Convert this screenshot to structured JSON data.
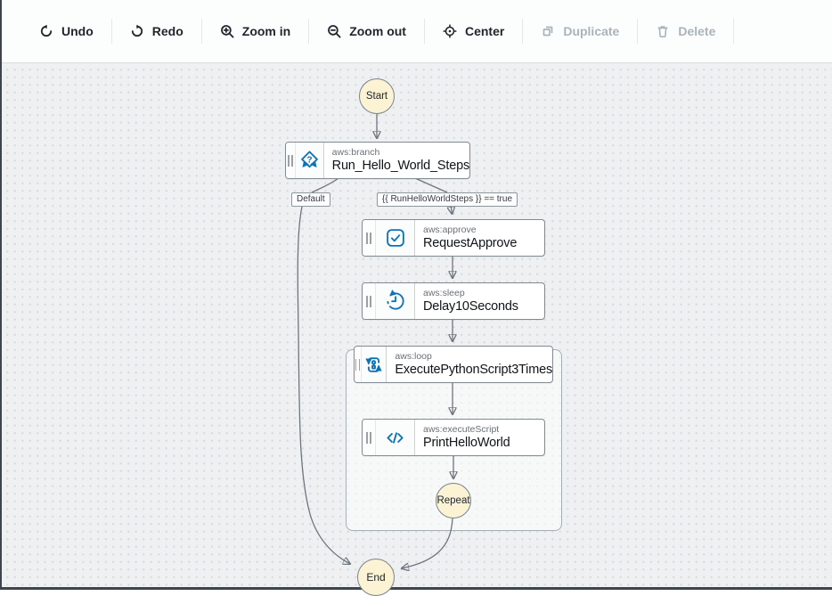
{
  "toolbar": {
    "undo": {
      "label": "Undo",
      "icon": "undo-icon",
      "enabled": true
    },
    "redo": {
      "label": "Redo",
      "icon": "redo-icon",
      "enabled": true
    },
    "zoom_in": {
      "label": "Zoom in",
      "icon": "zoom-in-icon",
      "enabled": true
    },
    "zoom_out": {
      "label": "Zoom out",
      "icon": "zoom-out-icon",
      "enabled": true
    },
    "center": {
      "label": "Center",
      "icon": "center-target-icon",
      "enabled": true
    },
    "duplicate": {
      "label": "Duplicate",
      "icon": "duplicate-icon",
      "enabled": false
    },
    "delete": {
      "label": "Delete",
      "icon": "trash-icon",
      "enabled": false
    }
  },
  "workflow": {
    "start": {
      "label": "Start"
    },
    "steps": {
      "branch": {
        "type": "aws:branch",
        "name": "Run_Hello_World_Steps",
        "icon": "branch-icon"
      },
      "approve": {
        "type": "aws:approve",
        "name": "RequestApprove",
        "icon": "approve-check-icon"
      },
      "sleep": {
        "type": "aws:sleep",
        "name": "Delay10Seconds",
        "icon": "sleep-clock-icon"
      },
      "loop": {
        "type": "aws:loop",
        "name": "ExecutePythonScript3Times",
        "icon": "loop-arrows-icon"
      },
      "script": {
        "type": "aws:executeScript",
        "name": "PrintHelloWorld",
        "icon": "code-icon"
      }
    },
    "terminals": {
      "repeat": {
        "label": "Repeat"
      },
      "end": {
        "label": "End"
      }
    },
    "edges": {
      "default_label": "Default",
      "condition_label": "{{ RunHelloWorldSteps }} == true"
    }
  },
  "colors": {
    "accent_blue": "#0d73b8",
    "terminal_fill_yellow": "#fbf3d3",
    "canvas_bg": "#eef0f1",
    "edge_gray": "#6d757d",
    "disabled_gray": "#a9b4ba"
  }
}
